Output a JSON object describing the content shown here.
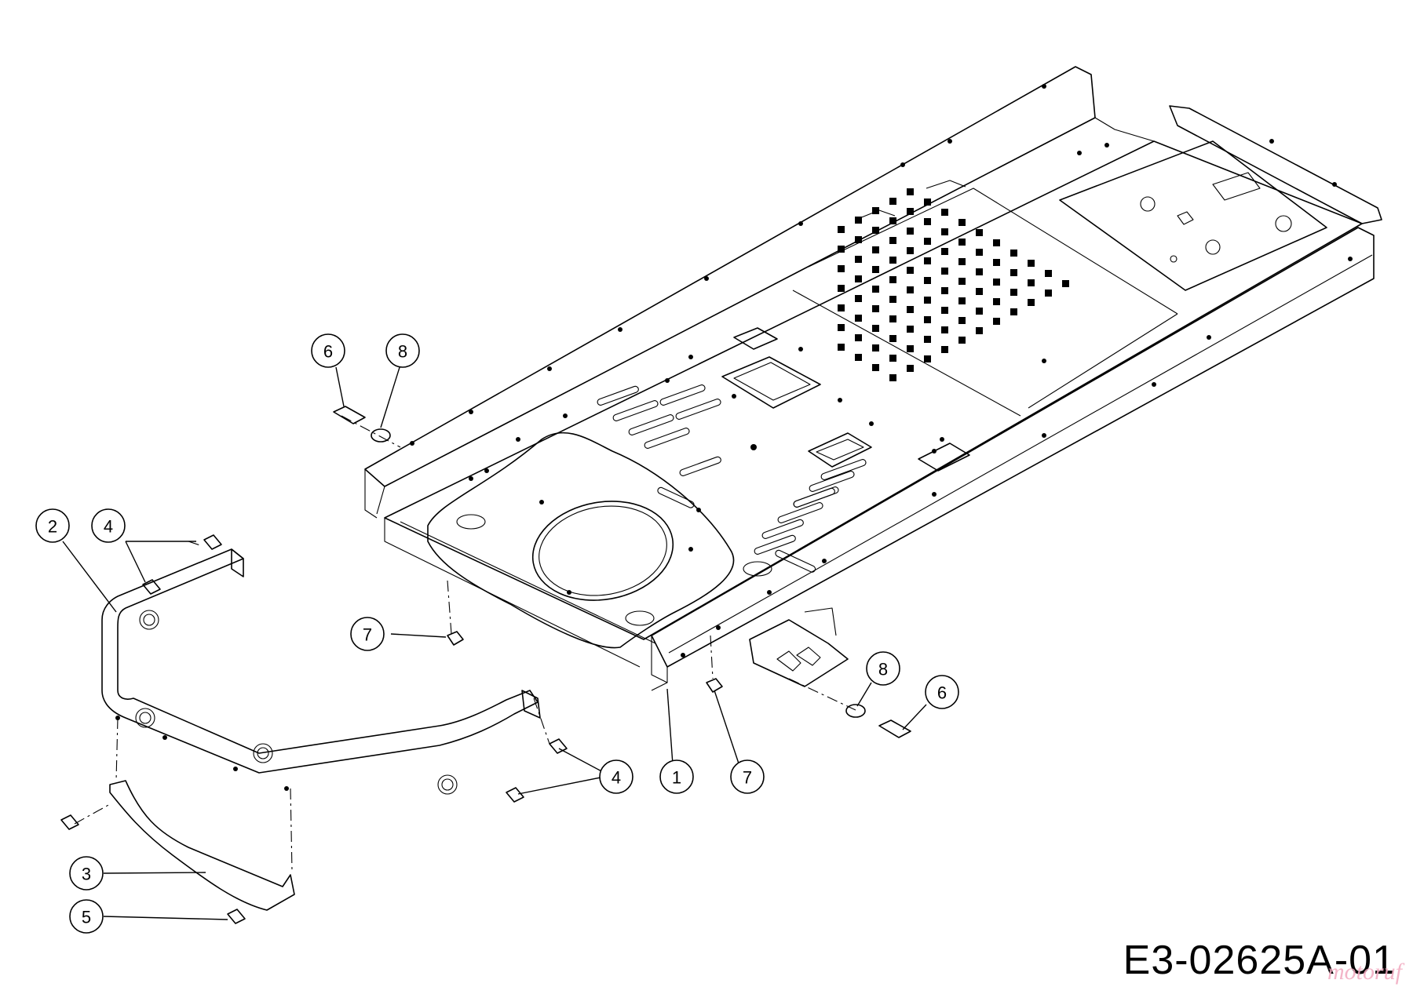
{
  "drawing_code": "E3-02625A-01",
  "watermark": "motoruf",
  "callouts": [
    {
      "id": "callout-1",
      "label": "1"
    },
    {
      "id": "callout-2",
      "label": "2"
    },
    {
      "id": "callout-3",
      "label": "3"
    },
    {
      "id": "callout-4a",
      "label": "4"
    },
    {
      "id": "callout-4b",
      "label": "4"
    },
    {
      "id": "callout-5",
      "label": "5"
    },
    {
      "id": "callout-6a",
      "label": "6"
    },
    {
      "id": "callout-6b",
      "label": "6"
    },
    {
      "id": "callout-7a",
      "label": "7"
    },
    {
      "id": "callout-7b",
      "label": "7"
    },
    {
      "id": "callout-8a",
      "label": "8"
    },
    {
      "id": "callout-8b",
      "label": "8"
    }
  ]
}
